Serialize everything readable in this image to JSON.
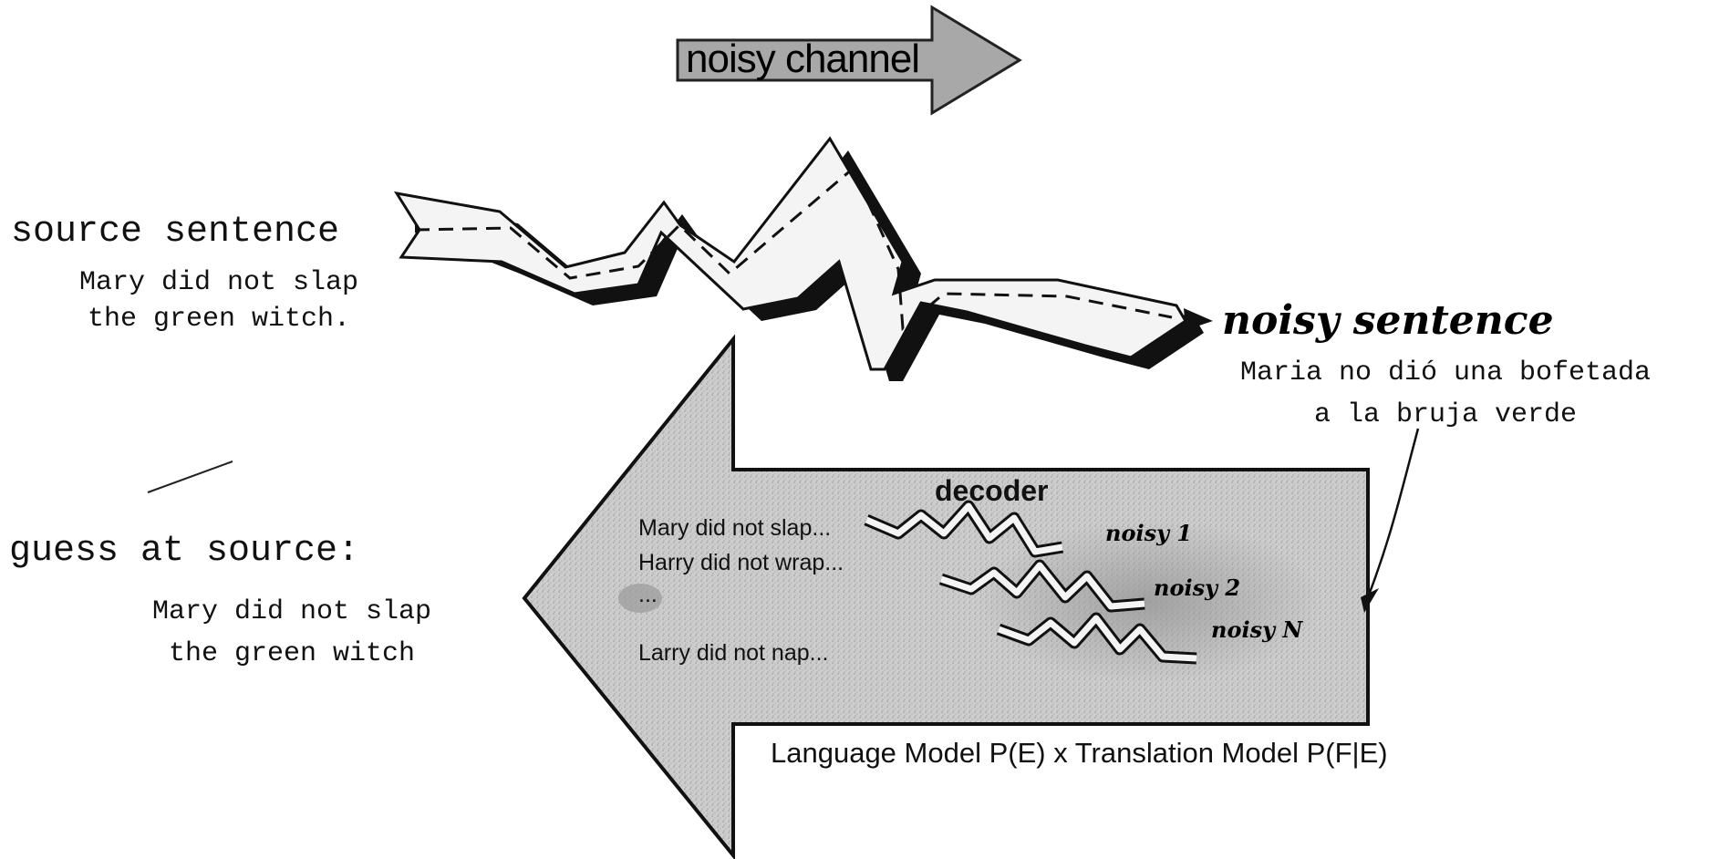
{
  "top_arrow": {
    "label": "noisy channel"
  },
  "source": {
    "title": "source sentence",
    "lines": [
      "Mary did not slap",
      "the green witch."
    ]
  },
  "noisy": {
    "title": "noisy sentence",
    "lines": [
      "Maria no dió una bofetada",
      "a la bruja verde"
    ]
  },
  "guess": {
    "title": "guess at source:",
    "lines": [
      "Mary did not slap",
      "the green witch"
    ]
  },
  "decoder": {
    "label": "decoder",
    "candidates": [
      "Mary did not slap...",
      "Harry did not wrap...",
      "...",
      "Larry did not nap..."
    ],
    "noisy_labels": [
      "noisy 1",
      "noisy 2",
      "noisy N"
    ]
  },
  "formula": "Language Model P(E) x Translation Model P(F|E)",
  "colors": {
    "arrow_fill": "#cfcfcf",
    "top_arrow_fill": "#a8a8a8",
    "band_fill": "#f4f4f4",
    "band_shadow": "#111111",
    "ink": "#111111"
  }
}
